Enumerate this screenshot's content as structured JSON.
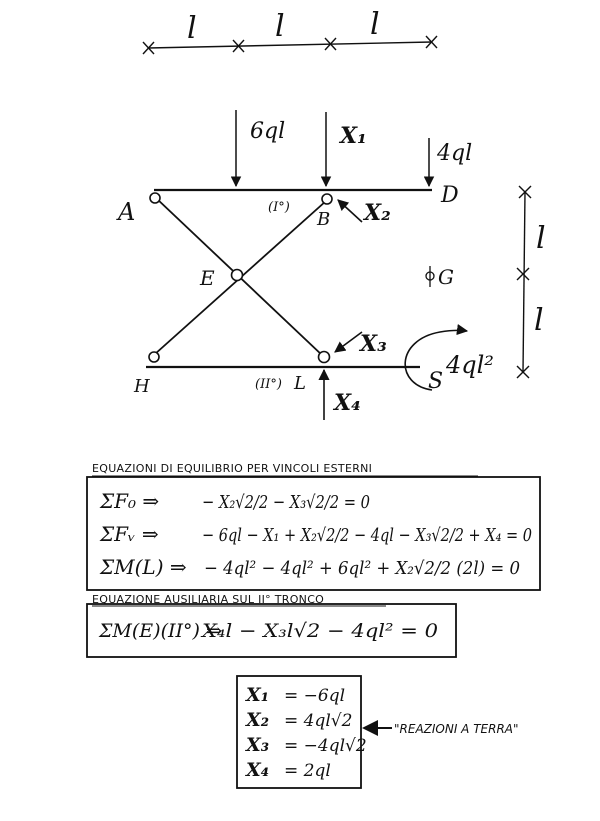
{
  "dimensions": {
    "span": "l",
    "height": "l"
  },
  "loads": {
    "distributed_left": "6ql",
    "x1": "X₁",
    "right": "4ql",
    "x2": "X₂",
    "x3": "X₃",
    "x4": "X₄",
    "moment": "4ql²"
  },
  "nodes": {
    "A": "A",
    "B": "B",
    "D": "D",
    "E": "E",
    "G": "G",
    "H": "H",
    "L": "L",
    "S": "S"
  },
  "parts": {
    "upper": "(I°)",
    "lower": "(II°)"
  },
  "external_equations": {
    "title": "EQUAZIONI DI EQUILIBRIO PER VINCOLI ESTERNI",
    "eq1_lhs": "ΣF₀ ⇒",
    "eq1_rhs": "− X₂√2/2 − X₃√2/2 = 0",
    "eq2_lhs": "ΣFᵥ ⇒",
    "eq2_rhs": "− 6ql − X₁ + X₂√2/2 − 4ql − X₃√2/2 + X₄ = 0",
    "eq3_lhs": "ΣM(L) ⇒",
    "eq3_rhs": "− 4ql² − 4ql² + 6ql² + X₂√2/2 (2l) = 0"
  },
  "auxiliary_equation": {
    "title": "EQUAZIONE AUSILIARIA SUL II° TRONCO",
    "lhs": "ΣM(E)(II°) ⇒",
    "rhs": "X₄l − X₃l√2 − 4ql² = 0"
  },
  "results": {
    "rows": [
      {
        "lhs": "X₁",
        "rhs": "= −6ql"
      },
      {
        "lhs": "X₂",
        "rhs": "= 4ql√2"
      },
      {
        "lhs": "X₃",
        "rhs": "= −4ql√2"
      },
      {
        "lhs": "X₄",
        "rhs": "= 2ql"
      }
    ],
    "note": "\"REAZIONI A TERRA\""
  }
}
